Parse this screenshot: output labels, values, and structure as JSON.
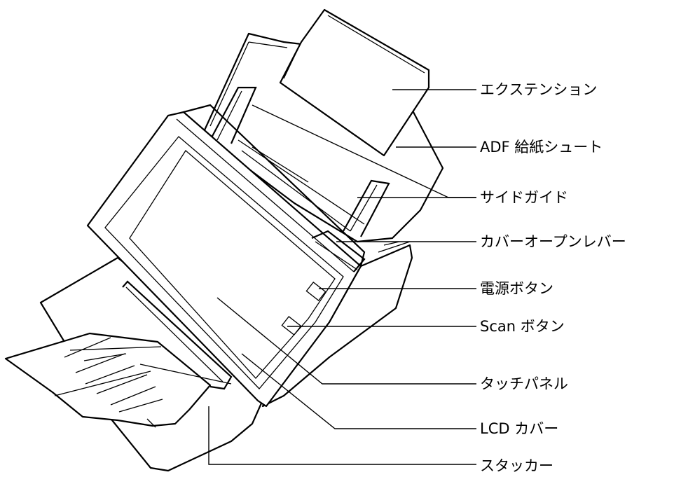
{
  "callouts": [
    {
      "id": "extension",
      "label": "エクステンション"
    },
    {
      "id": "adf-chute",
      "label": "ADF 給紙シュート"
    },
    {
      "id": "side-guide",
      "label": "サイドガイド"
    },
    {
      "id": "cover-open-lever",
      "label": "カバーオープンレバー"
    },
    {
      "id": "power-button",
      "label": "電源ボタン"
    },
    {
      "id": "scan-button",
      "label": "Scan ボタン"
    },
    {
      "id": "touch-panel",
      "label": "タッチパネル"
    },
    {
      "id": "lcd-cover",
      "label": "LCD カバー"
    },
    {
      "id": "stacker",
      "label": "スタッカー"
    }
  ]
}
